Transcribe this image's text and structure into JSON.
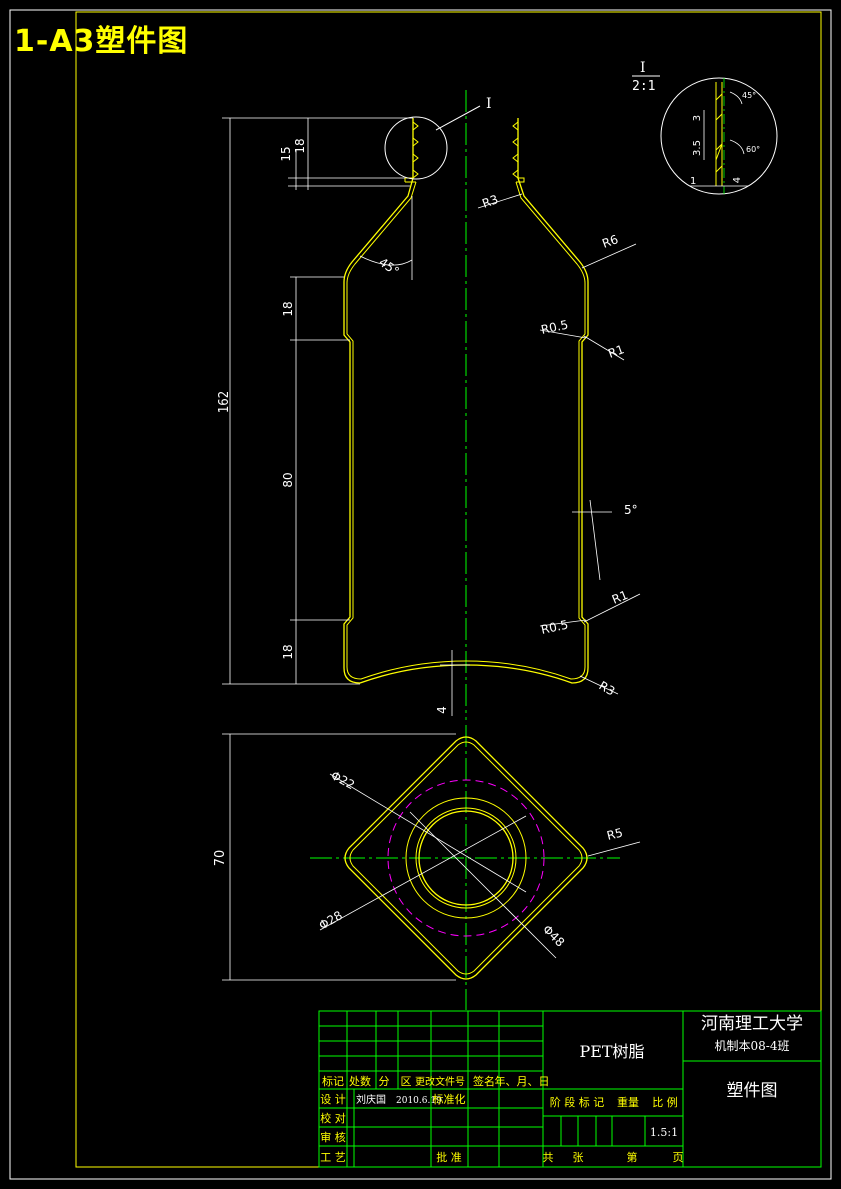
{
  "sheet": {
    "title": "1-A3塑件图"
  },
  "detail": {
    "label": "I",
    "scale": "2:1",
    "dims": [
      "3",
      "3.5",
      "1",
      "4"
    ],
    "angles": [
      "45°",
      "60°"
    ]
  },
  "front_view": {
    "detail_callout": "I",
    "dims": {
      "total_height": "162",
      "upper_band": "18",
      "middle": "80",
      "lower_band": "18",
      "neck_15": "15",
      "neck_18": "18",
      "bottom_recess": "4"
    },
    "radii": {
      "r3_top": "R3",
      "r6": "R6",
      "r05_upper": "R0.5",
      "r1_upper": "R1",
      "r05_lower": "R0.5",
      "r1_lower": "R1",
      "r3_bottom": "R3"
    },
    "angles": {
      "shoulder": "45°",
      "draft": "5°"
    }
  },
  "top_view": {
    "dims": {
      "width": "70",
      "d22": "Φ22",
      "d28": "Φ28",
      "d48": "Φ48",
      "r5": "R5"
    }
  },
  "title_block": {
    "university": "河南理工大学",
    "class": "机制本08-4班",
    "material": "PET树脂",
    "drawing_name": "塑件图",
    "header_row": [
      "标记",
      "处数",
      "分",
      "区",
      "更改文件号",
      "签名",
      "年、月、日"
    ],
    "design_label": "设 计",
    "designer": "刘庆国",
    "date": "2010.6.19",
    "standard_label": "标准化",
    "check_label": "校 对",
    "review_label": "审 核",
    "process_label": "工 艺",
    "approve_label": "批 准",
    "stage_row": [
      "阶 段 标 记",
      "重量",
      "比 例"
    ],
    "scale_value": "1.5:1",
    "sheet_row": [
      "共",
      "张",
      "第",
      "页"
    ]
  },
  "colors": {
    "outline": "#ffff00",
    "dimension": "#ffffff",
    "centerline": "#00ff00",
    "hidden_circle": "#ff00ff",
    "title_block": "#00ff00",
    "background": "#000000"
  }
}
